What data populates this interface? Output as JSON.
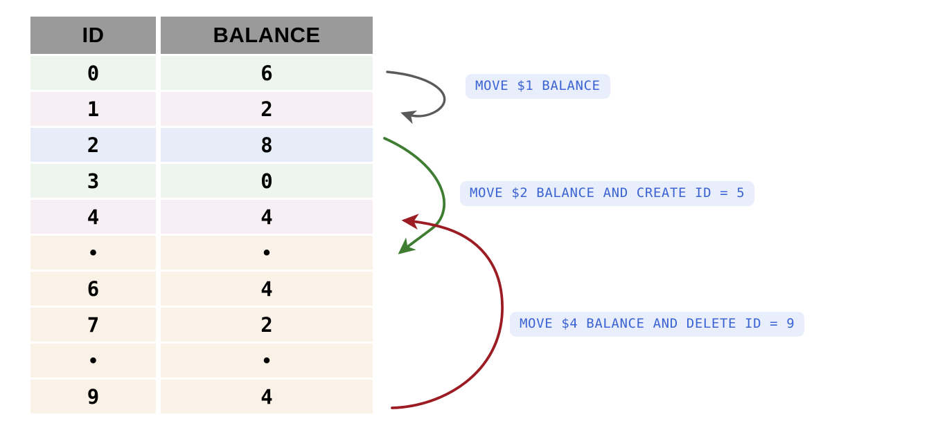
{
  "diagram": {
    "title": "Account balance table with transfer annotations",
    "background_color": "#ffffff"
  },
  "table": {
    "columns": [
      {
        "key": "id",
        "label": "ID"
      },
      {
        "key": "balance",
        "label": "BALANCE"
      }
    ],
    "header_background": "#9a9a9a",
    "rows": [
      {
        "id": "0",
        "balance": "6",
        "color": "#eef5ee",
        "color_name": "green"
      },
      {
        "id": "1",
        "balance": "2",
        "color": "#f7eff3",
        "color_name": "pink"
      },
      {
        "id": "2",
        "balance": "8",
        "color": "#e6edf9",
        "color_name": "blue"
      },
      {
        "id": "3",
        "balance": "0",
        "color": "#eef5ee",
        "color_name": "green"
      },
      {
        "id": "4",
        "balance": "4",
        "color": "#f7eff3",
        "color_name": "pink"
      },
      {
        "id": "•",
        "balance": "•",
        "color": "#fbf2e7",
        "color_name": "cream"
      },
      {
        "id": "6",
        "balance": "4",
        "color": "#fbf2e7",
        "color_name": "cream"
      },
      {
        "id": "7",
        "balance": "2",
        "color": "#fbf2e7",
        "color_name": "cream"
      },
      {
        "id": "•",
        "balance": "•",
        "color": "#fbf2e7",
        "color_name": "cream"
      },
      {
        "id": "9",
        "balance": "4",
        "color": "#fbf2e7",
        "color_name": "cream"
      }
    ]
  },
  "annotations": [
    {
      "id": "move1",
      "text": "MOVE $1 BALANCE",
      "arrow_color": "#5a5a5a",
      "arrow_color_name": "gray",
      "text_color": "#3b63d4",
      "background": "#e8eefb"
    },
    {
      "id": "move2",
      "text": "MOVE $2 BALANCE AND CREATE ID = 5",
      "arrow_color": "#3f7d33",
      "arrow_color_name": "green",
      "text_color": "#3b63d4",
      "background": "#e8eefb"
    },
    {
      "id": "move4",
      "text": "MOVE $4 BALANCE AND DELETE ID = 9",
      "arrow_color": "#9b1c22",
      "arrow_color_name": "dark-red",
      "text_color": "#3b63d4",
      "background": "#e8eefb"
    }
  ]
}
